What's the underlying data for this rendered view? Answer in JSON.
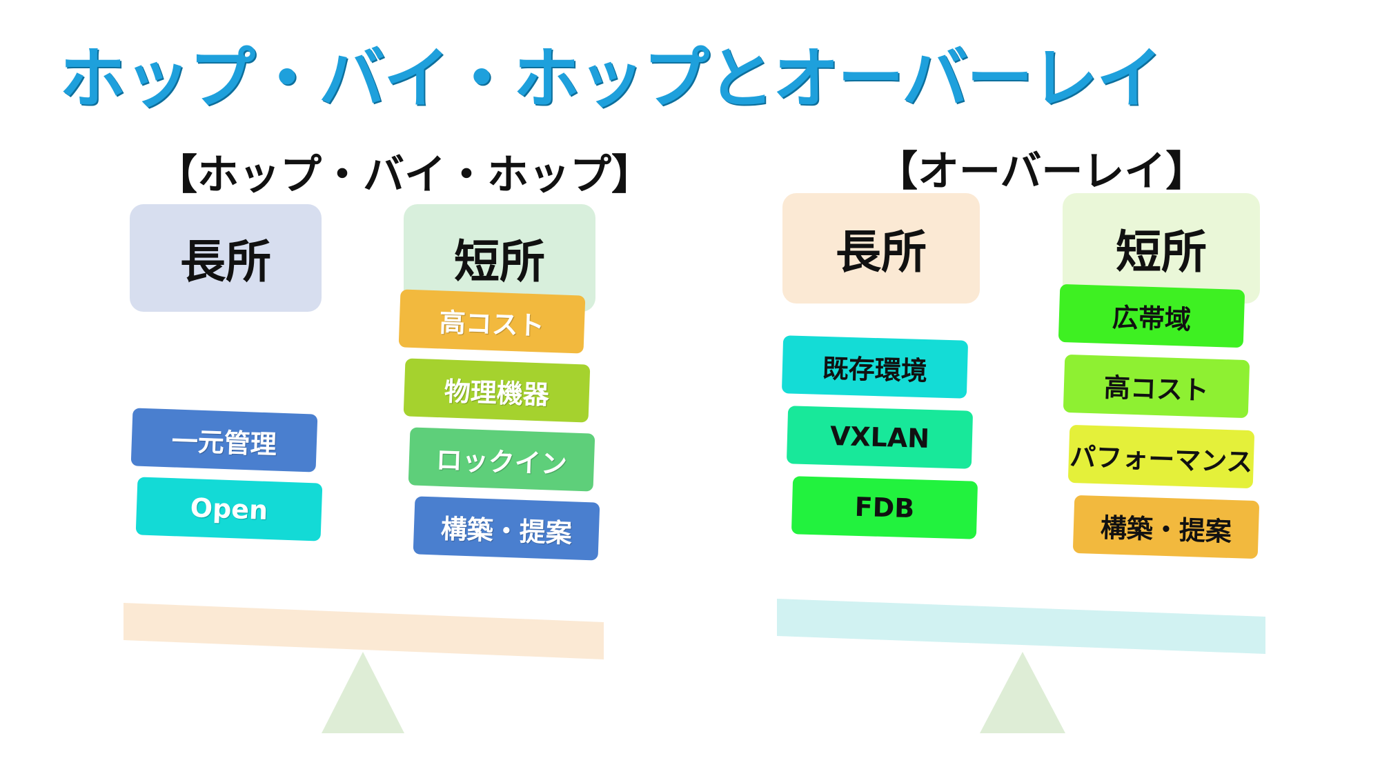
{
  "title": "ホップ・バイ・ホップとオーバーレイ",
  "colors": {
    "title": "#1ea0dc",
    "beam_left": "#fbe9d4",
    "beam_right": "#d1f2f2",
    "fulcrum": "#deedd6"
  },
  "hop": {
    "heading": "【ホップ・バイ・ホップ】",
    "pros_label": "長所",
    "cons_label": "短所",
    "pros_color": "#d7deef",
    "cons_color": "#d8efdc",
    "pros": [
      {
        "label": "一元管理",
        "color": "#4a7fcf",
        "text": "light"
      },
      {
        "label": "Open",
        "color": "#13dad6",
        "text": "light"
      }
    ],
    "cons": [
      {
        "label": "高コスト",
        "color": "#f2b93e",
        "text": "light"
      },
      {
        "label": "物理機器",
        "color": "#a5d22e",
        "text": "light"
      },
      {
        "label": "ロックイン",
        "color": "#5ecf7a",
        "text": "light"
      },
      {
        "label": "構築・提案",
        "color": "#4a7fcf",
        "text": "light"
      }
    ]
  },
  "overlay": {
    "heading": "【オーバーレイ】",
    "pros_label": "長所",
    "cons_label": "短所",
    "pros_color": "#fbe9d4",
    "cons_color": "#eaf7d8",
    "pros": [
      {
        "label": "既存環境",
        "color": "#14dcd6",
        "text": "dark"
      },
      {
        "label": "VXLAN",
        "color": "#18e89a",
        "text": "dark"
      },
      {
        "label": "FDB",
        "color": "#22f23e",
        "text": "dark"
      }
    ],
    "cons": [
      {
        "label": "広帯域",
        "color": "#3ef022",
        "text": "dark"
      },
      {
        "label": "高コスト",
        "color": "#8ef032",
        "text": "dark"
      },
      {
        "label": "パフォーマンス",
        "color": "#e4f03a",
        "text": "dark"
      },
      {
        "label": "構築・提案",
        "color": "#f2b93e",
        "text": "dark"
      }
    ]
  }
}
